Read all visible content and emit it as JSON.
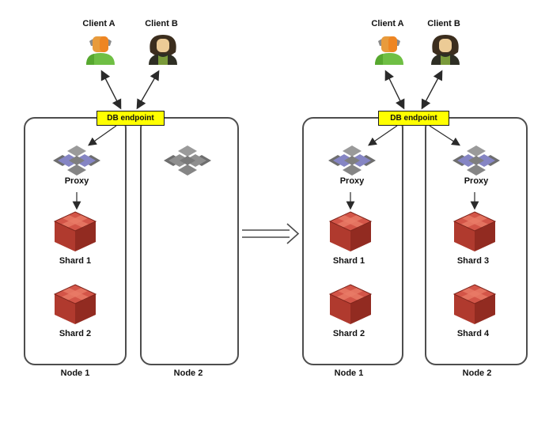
{
  "diagram": {
    "type": "architecture-diagram",
    "subject": "Database resharding across nodes (before and after)",
    "before": {
      "clients": [
        {
          "label": "Client A"
        },
        {
          "label": "Client B"
        }
      ],
      "endpoint_label": "DB endpoint",
      "nodes": [
        {
          "label": "Node 1",
          "proxy": {
            "label": "Proxy",
            "state": "active"
          },
          "shards": [
            {
              "label": "Shard 1"
            },
            {
              "label": "Shard 2"
            }
          ]
        },
        {
          "label": "Node 2",
          "proxy": {
            "label": "",
            "state": "inactive"
          },
          "shards": []
        }
      ]
    },
    "after": {
      "clients": [
        {
          "label": "Client A"
        },
        {
          "label": "Client B"
        }
      ],
      "endpoint_label": "DB endpoint",
      "nodes": [
        {
          "label": "Node 1",
          "proxy": {
            "label": "Proxy",
            "state": "active"
          },
          "shards": [
            {
              "label": "Shard 1"
            },
            {
              "label": "Shard 2"
            }
          ]
        },
        {
          "label": "Node 2",
          "proxy": {
            "label": "Proxy",
            "state": "active"
          },
          "shards": [
            {
              "label": "Shard 3"
            },
            {
              "label": "Shard 4"
            }
          ]
        }
      ]
    },
    "icons": {
      "client": "person-avatar-icon",
      "proxy": "diamond-cluster-icon",
      "shard": "redis-cube-icon",
      "transition": "double-line-right-arrow-icon"
    },
    "colors": {
      "endpoint_bg": "#ffff00",
      "node_border": "#4d4d4d",
      "shard_red_top": "#d35548",
      "shard_red_left": "#b03a2e",
      "shard_red_right": "#922b21",
      "proxy_purple": "#8585c4",
      "proxy_gray": "#8f8f8f",
      "client_a_green": "#6fbf44",
      "arrow": "#2a2a2a"
    }
  }
}
